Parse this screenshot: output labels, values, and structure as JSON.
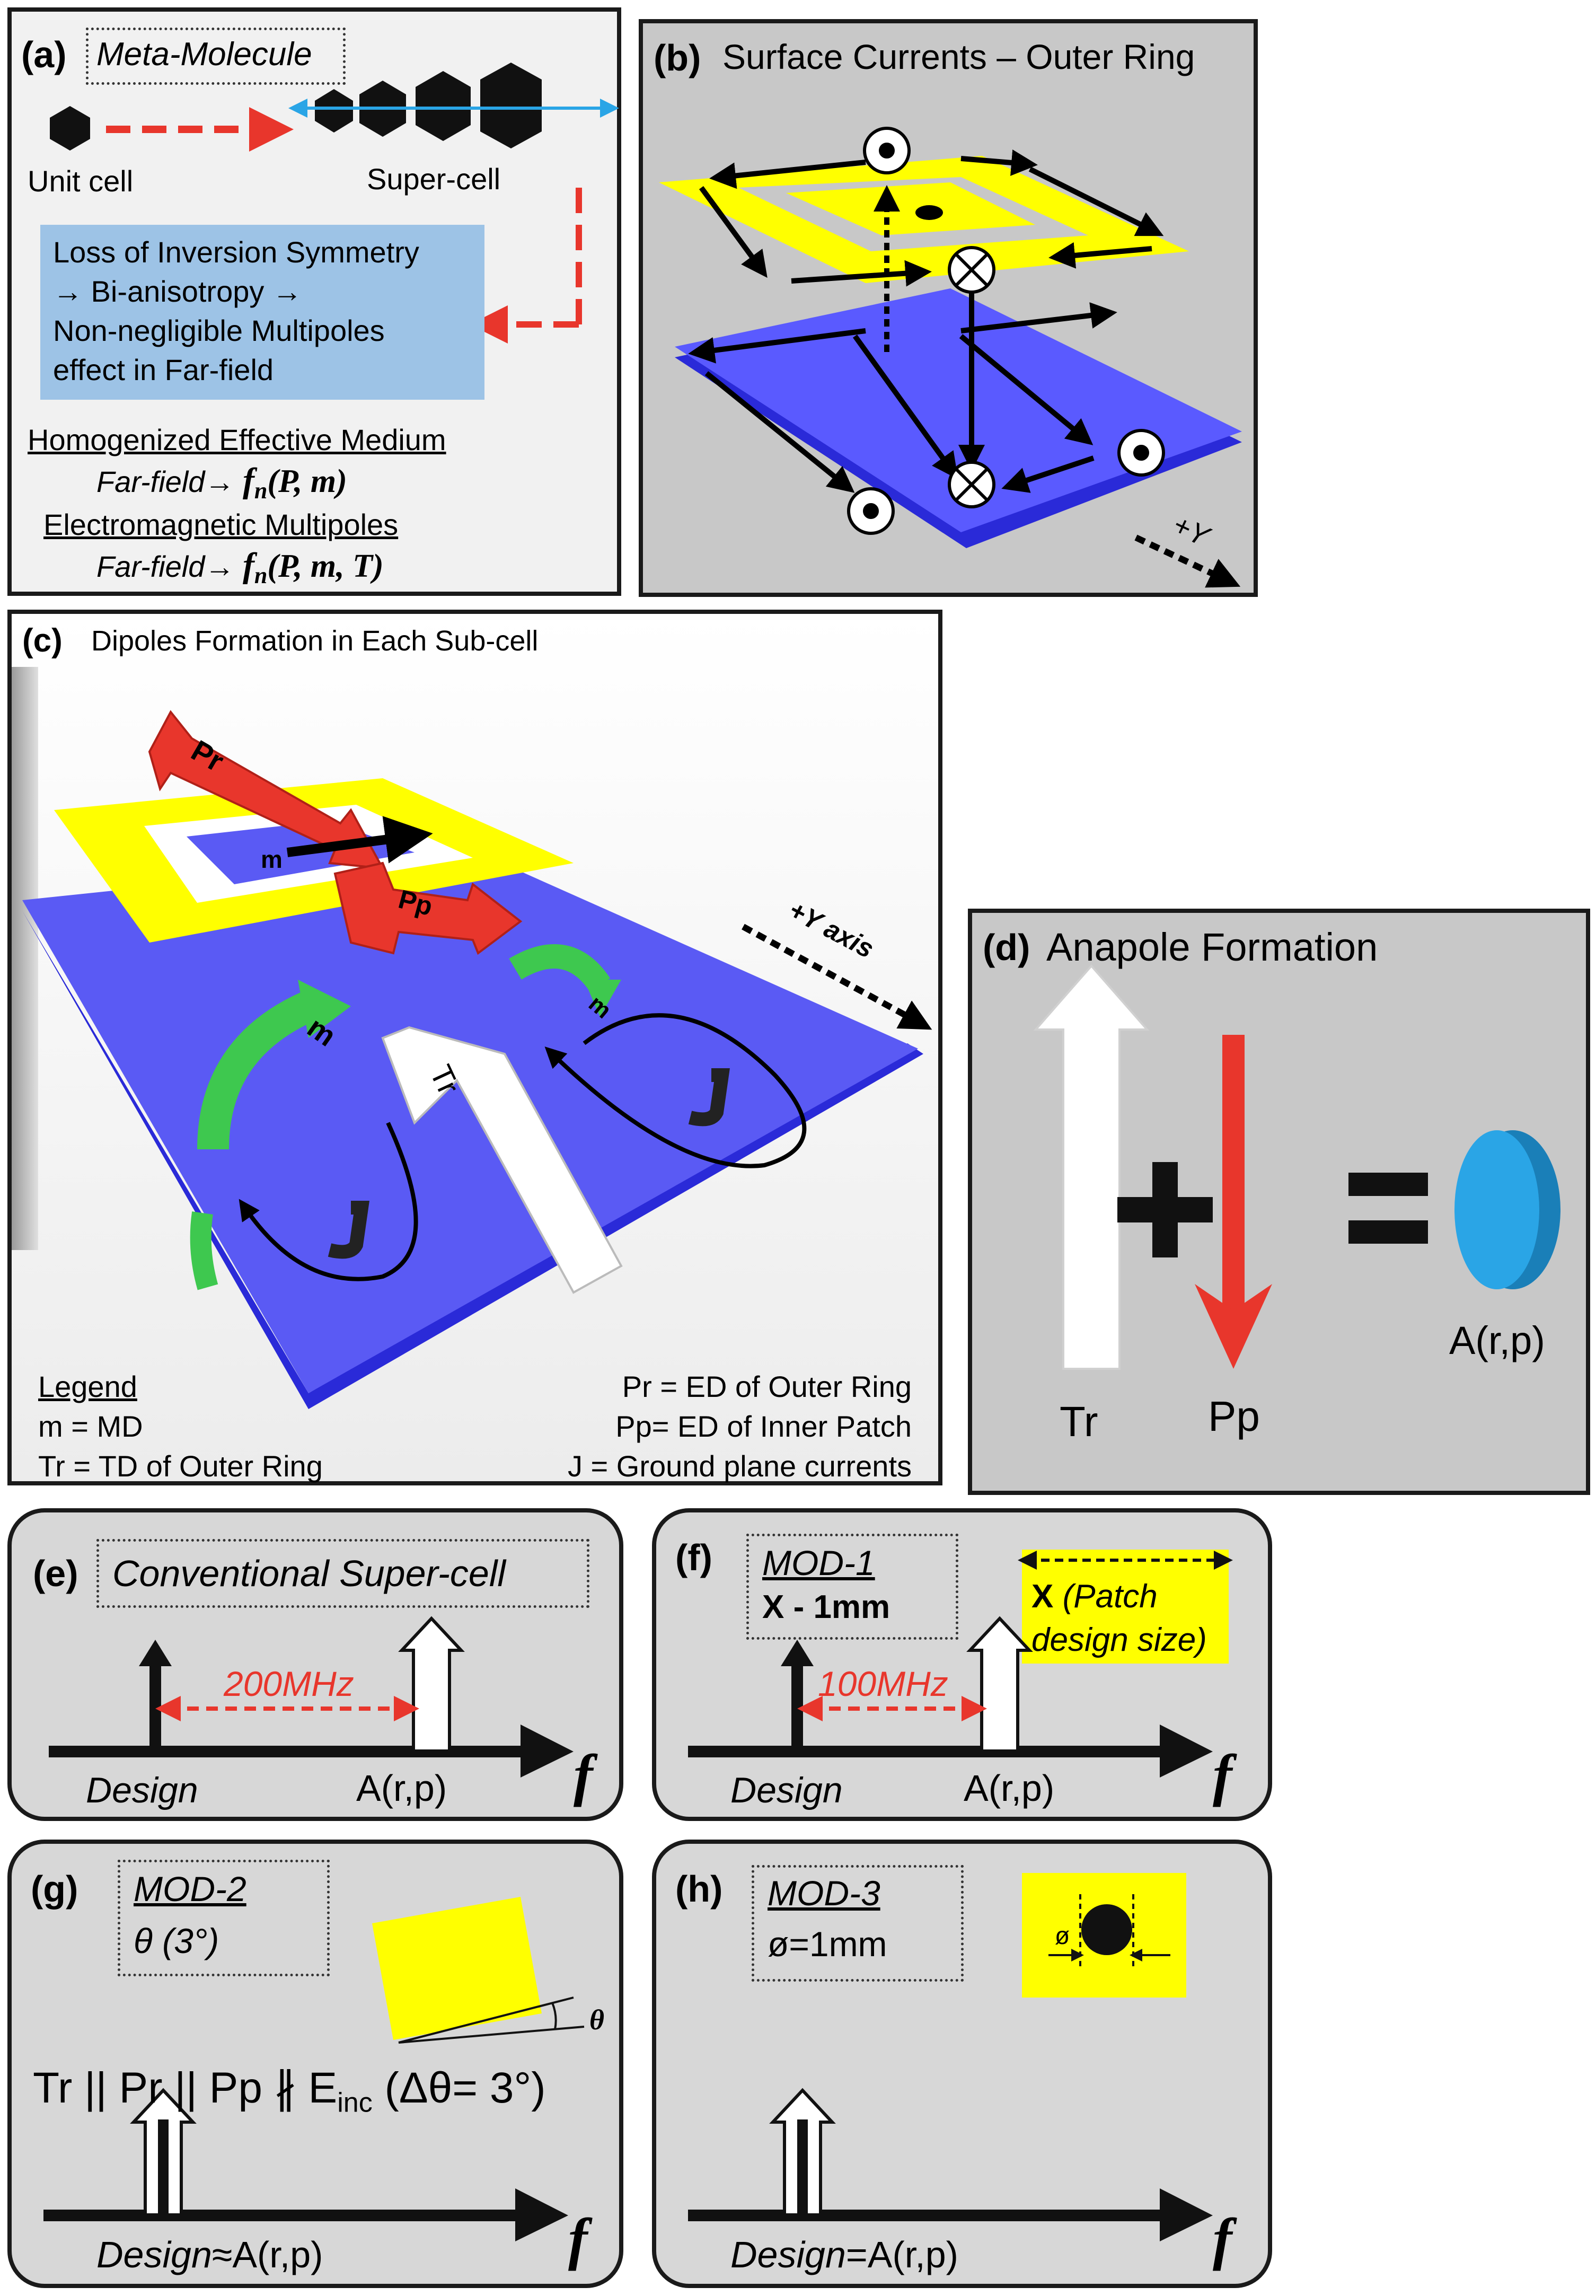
{
  "colors": {
    "yellow": "#ffff00",
    "blue": "#4a4ae8",
    "red": "#e8362c",
    "green": "#3ec84f",
    "cyan": "#2aa5e6",
    "grey": "#d7d7d7"
  },
  "a": {
    "label": "(a)",
    "box_title": "Meta-Molecule",
    "unit_cell": "Unit cell",
    "super_cell": "Super-cell",
    "info": [
      "Loss of Inversion Symmetry",
      "→ Bi-anisotropy →",
      "Non-negligible Multipoles",
      "effect in Far-field"
    ],
    "hom_title": "Homogenized Effective Medium",
    "hom_prefix": "Far-field→",
    "hom_fn": "f",
    "hom_sub": "n",
    "hom_args": "(P, m)",
    "em_title": "Electromagnetic Multipoles",
    "em_prefix": "Far-field→",
    "em_fn": "f",
    "em_sub": "n",
    "em_args": "(P, m, T)"
  },
  "b": {
    "label": "(b)",
    "title": "Surface Currents – Outer Ring",
    "axis": "+Y"
  },
  "c": {
    "label": "(c)",
    "title": "Dipoles Formation in Each Sub-cell",
    "arrow_pr": "Pr",
    "arrow_pp": "Pp",
    "arrow_m": "m",
    "arrow_tr": "Tr",
    "current_j": "J",
    "axis": "+Y axis",
    "legend_title": "Legend",
    "legend_left": [
      "m = MD",
      "Tr = TD of Outer Ring"
    ],
    "legend_right": [
      "Pr = ED of Outer Ring",
      "Pp= ED of Inner Patch",
      "J = Ground plane currents"
    ]
  },
  "d": {
    "label": "(d)",
    "title": "Anapole Formation",
    "tr": "Tr",
    "pp": "Pp",
    "result": "A(r,p)",
    "plus": "+",
    "equals": "="
  },
  "e": {
    "label": "(e)",
    "box_title": "Conventional Super-cell",
    "gap": "200MHz",
    "design": "Design",
    "anapole": "A(r,p)",
    "axis": "f"
  },
  "f": {
    "label": "(f)",
    "box_title": "MOD-1",
    "box_sub": "X - 1mm",
    "x_head": "X",
    "x_rest": "(Patch",
    "x_line2": "design size)",
    "gap": "100MHz",
    "design": "Design",
    "anapole": "A(r,p)",
    "axis": "f"
  },
  "g": {
    "label": "(g)",
    "box_title": "MOD-2",
    "box_sub": "θ (3°)",
    "theta": "θ",
    "relation": "Tr || Pr || Pp ∦ E",
    "rel_sub": "inc",
    "rel_tail": "(Δθ= 3°)",
    "design": "Design",
    "approx": "≈",
    "anapole": "A(r,p)",
    "axis": "f"
  },
  "h": {
    "label": "(h)",
    "box_title": "MOD-3",
    "box_sub": "ø=1mm",
    "dia": "ø",
    "design": "Design",
    "eq": "=",
    "anapole": "A(r,p)",
    "axis": "f"
  }
}
